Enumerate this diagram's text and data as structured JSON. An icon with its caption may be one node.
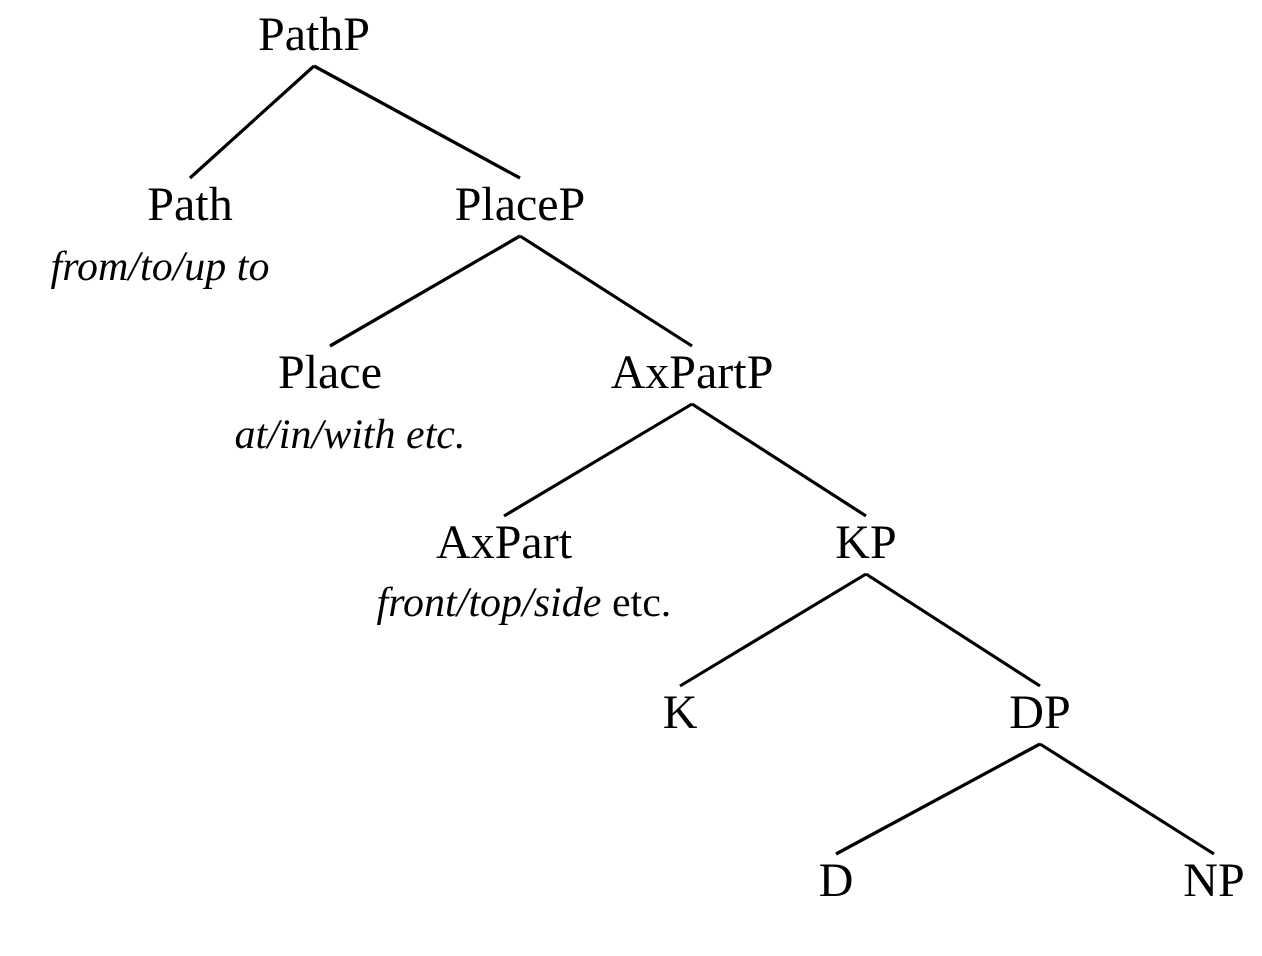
{
  "diagram": {
    "nodes": [
      {
        "text": [
          "PathP"
        ]
      },
      {
        "text": [
          "Path"
        ],
        "beside": [
          "from/to/up to"
        ]
      },
      {
        "text": [
          "PlaceP"
        ]
      },
      {
        "text": [
          "Place"
        ],
        "beside": [
          "at/in/with etc."
        ]
      },
      {
        "text": [
          "AxPartP"
        ]
      },
      {
        "text": [
          "AxPart"
        ],
        "beside": [
          "*front/top/side* etc."
        ]
      },
      {
        "text": [
          "KP"
        ]
      },
      {
        "text": [
          "K"
        ]
      },
      {
        "text": [
          "DP"
        ]
      },
      {
        "text": [
          "D"
        ]
      },
      {
        "text": [
          "NP"
        ]
      }
    ],
    "edges": [
      {
        "from": 0,
        "to": 1,
        "arrow": "none"
      },
      {
        "from": 0,
        "to": 2,
        "arrow": "none"
      },
      {
        "from": 2,
        "to": 3,
        "arrow": "none"
      },
      {
        "from": 2,
        "to": 4,
        "arrow": "none"
      },
      {
        "from": 4,
        "to": 5,
        "arrow": "none"
      },
      {
        "from": 4,
        "to": 6,
        "arrow": "none"
      },
      {
        "from": 6,
        "to": 7,
        "arrow": "none"
      },
      {
        "from": 6,
        "to": 8,
        "arrow": "none"
      },
      {
        "from": 8,
        "to": 9,
        "arrow": "none"
      },
      {
        "from": 8,
        "to": 10,
        "arrow": "none"
      }
    ]
  }
}
